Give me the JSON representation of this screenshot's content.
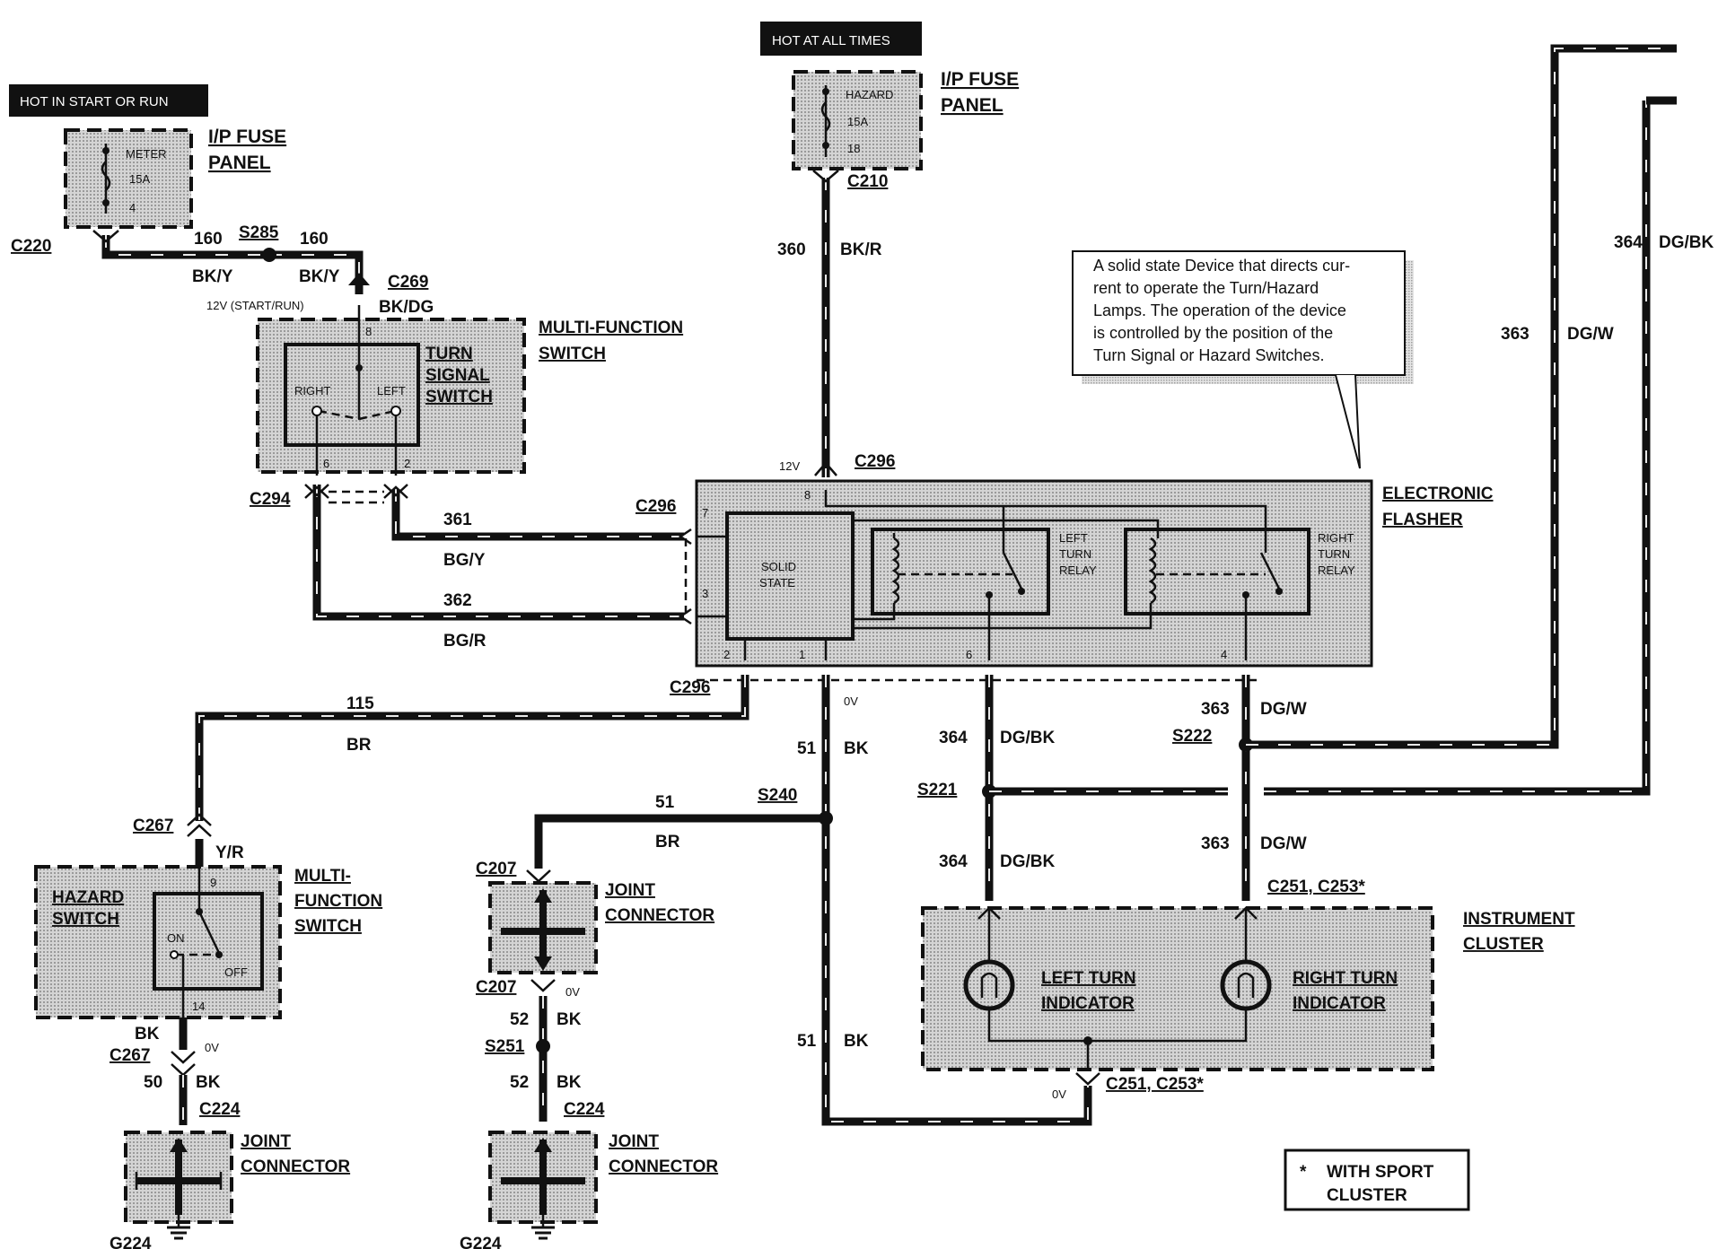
{
  "diagram": {
    "hot_start_run": "HOT IN START OR RUN",
    "hot_all_times": "HOT AT ALL TIMES",
    "fuse_panel_1": {
      "label_line1": "I/P FUSE",
      "label_line2": "PANEL",
      "fuse_name": "METER",
      "rating": "15A",
      "pin": "4"
    },
    "fuse_panel_2": {
      "label_line1": "I/P FUSE",
      "label_line2": "PANEL",
      "fuse_name": "HAZARD",
      "rating": "15A",
      "pin": "18"
    },
    "connectors": {
      "c220": "C220",
      "s285": "S285",
      "c269": "C269",
      "c294": "C294",
      "c210": "C210",
      "c296_top": "C296",
      "c296_mid": "C296",
      "c296_bottom": "C296",
      "c267_top": "C267",
      "c267_bottom": "C267",
      "c224_left": "C224",
      "c224_mid": "C224",
      "g224_left": "G224",
      "g224_mid": "G224",
      "c207_top": "C207",
      "c207_bottom": "C207",
      "s251": "S251",
      "s240": "S240",
      "s221": "S221",
      "s222": "S222",
      "c251_top": "C251, C253*",
      "c251_bottom": "C251, C253*"
    },
    "wires": {
      "w160": "160",
      "bky": "BK/Y",
      "v12_start": "12V (START/RUN)",
      "bkdg": "BK/DG",
      "w360": "360",
      "bkr": "BK/R",
      "v12": "12V",
      "w361": "361",
      "bgy": "BG/Y",
      "w362": "362",
      "bgr": "BG/R",
      "w115": "115",
      "br": "BR",
      "yr": "Y/R",
      "w51": "51",
      "bk": "BK",
      "v0": "0V",
      "w52": "52",
      "w50": "50",
      "w364": "364",
      "dgbk": "DG/BK",
      "w363": "363",
      "dgw": "DG/W"
    },
    "mfs_top": {
      "title_line1": "MULTI-FUNCTION",
      "title_line2": "SWITCH",
      "switch_line1": "TURN",
      "switch_line2": "SIGNAL",
      "switch_line3": "SWITCH",
      "right": "RIGHT",
      "left": "LEFT",
      "pin_top": "8",
      "pin_left": "6",
      "pin_right": "2"
    },
    "mfs_bottom": {
      "title_line1": "MULTI-",
      "title_line2": "FUNCTION",
      "title_line3": "SWITCH",
      "hazard_line1": "HAZARD",
      "hazard_line2": "SWITCH",
      "on": "ON",
      "off": "OFF",
      "pin_top": "9",
      "pin_bottom": "14"
    },
    "flasher": {
      "title_line1": "ELECTRONIC",
      "title_line2": "FLASHER",
      "solid_line1": "SOLID",
      "solid_line2": "STATE",
      "left_relay_1": "LEFT",
      "left_relay_2": "TURN",
      "left_relay_3": "RELAY",
      "right_relay_1": "RIGHT",
      "right_relay_2": "TURN",
      "right_relay_3": "RELAY",
      "pin8": "8",
      "pin7": "7",
      "pin3": "3",
      "pin2": "2",
      "pin1": "1",
      "pin6": "6",
      "pin4": "4"
    },
    "callout": {
      "line1": "A solid state Device that directs cur-",
      "line2": "rent to operate the Turn/Hazard",
      "line3": "Lamps. The operation of the device",
      "line4": "is controlled by the position of the",
      "line5": "Turn Signal or Hazard Switches."
    },
    "joint_connector": {
      "line1": "JOINT",
      "line2": "CONNECTOR"
    },
    "cluster": {
      "title_line1": "INSTRUMENT",
      "title_line2": "CLUSTER",
      "left_line1": "LEFT TURN",
      "left_line2": "INDICATOR",
      "right_line1": "RIGHT TURN",
      "right_line2": "INDICATOR"
    },
    "note": {
      "star": "*",
      "line1": "WITH SPORT",
      "line2": "CLUSTER"
    }
  }
}
